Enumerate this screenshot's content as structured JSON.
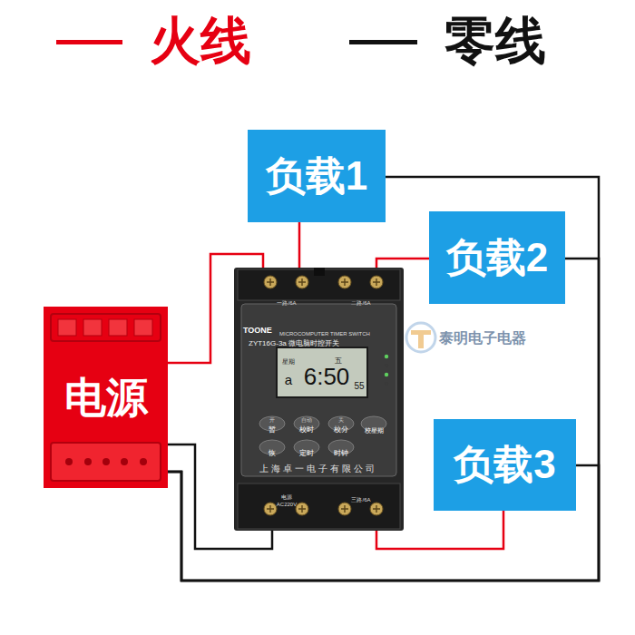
{
  "diagram": {
    "nodes": [
      {
        "text": [
          "负载1"
        ]
      },
      {
        "text": [
          "负载2"
        ]
      },
      {
        "text": [
          "电源"
        ]
      },
      {
        "text": [
          "TOONE",
          "MICROCOMPUTER TIMER SWITCH",
          "ZYT16G-3a 微电脑时控开关",
          "上海卓一电子有限公司"
        ]
      },
      {
        "text": [
          "负载3"
        ]
      }
    ],
    "edges": [
      {
        "from": 2,
        "to": 3,
        "arrow": "none"
      },
      {
        "from": 3,
        "to": 0,
        "arrow": "none"
      },
      {
        "from": 3,
        "to": 1,
        "arrow": "none"
      },
      {
        "from": 3,
        "to": 4,
        "arrow": "none"
      },
      {
        "from": 0,
        "to": 2,
        "arrow": "none"
      },
      {
        "from": 1,
        "to": 2,
        "arrow": "none"
      },
      {
        "from": 4,
        "to": 2,
        "arrow": "none"
      },
      {
        "from": 2,
        "to": 3,
        "arrow": "none"
      }
    ],
    "labels": [
      "星期",
      "五",
      "a",
      "6:50",
      "55",
      "开",
      "自动",
      "关",
      "暂",
      "校时",
      "校分",
      "校星期",
      "恢",
      "定时",
      "时钟",
      "一路/6A",
      "二路/6A",
      "电源",
      "AC220V",
      "三路/6A",
      "泰明电子电器"
    ],
    "legend": [
      {
        "text": "火线",
        "color": "#e60012"
      },
      {
        "text": "零线",
        "color": "#111111"
      }
    ]
  }
}
